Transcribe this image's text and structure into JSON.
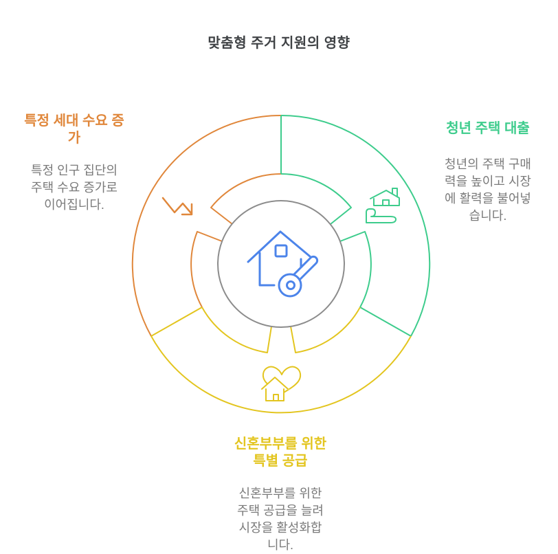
{
  "title": "맞춤형 주거 지원의 영향",
  "colors": {
    "orange": "#E0873B",
    "green": "#3DCC8C",
    "yellow": "#E3C51F",
    "blue": "#4C84EA",
    "inner_ring_gray": "#8C8C8C",
    "title_text": "#3F4245",
    "body_text": "#7A7A7A",
    "background": "#FFFFFF"
  },
  "segments": [
    {
      "id": "demand-increase",
      "position": "left",
      "heading": "특정 세대 수요 증\n가",
      "body": "특정 인구 집단의\n주택 수요 증가로\n이어집니다.",
      "color": "#E0873B",
      "icon": "downward-trend-arrow-icon"
    },
    {
      "id": "youth-housing-loan",
      "position": "right",
      "heading": "청년 주택 대출",
      "body": "청년의 주택 구매\n력을 높이고 시장\n에 활력을 불어넣\n습니다.",
      "color": "#3DCC8C",
      "icon": "house-in-hand-icon"
    },
    {
      "id": "newlywed-special-supply",
      "position": "bottom",
      "heading": "신혼부부를 위한\n특별 공급",
      "body": "신혼부부를 위한\n주택 공급을 늘려\n시장을 활성화합\n니다.",
      "color": "#E3C51F",
      "icon": "heart-house-icon"
    }
  ],
  "center": {
    "icon": "house-with-key-icon"
  }
}
